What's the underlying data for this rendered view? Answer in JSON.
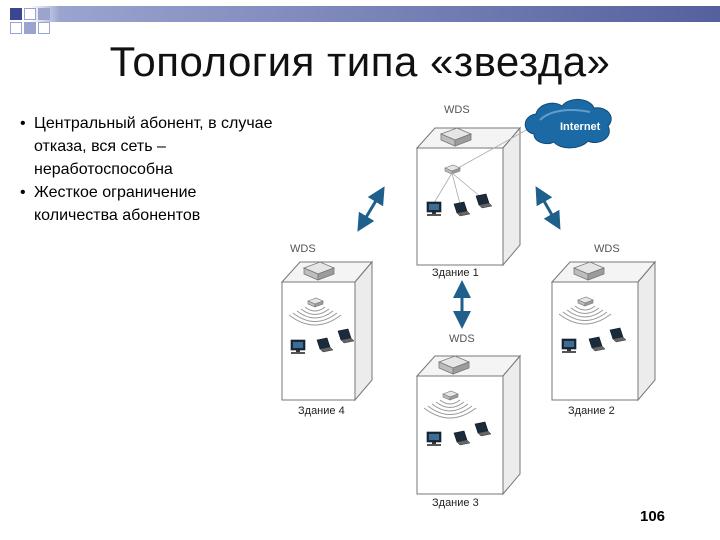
{
  "slide": {
    "title": "Топология типа «звезда»",
    "bullets": [
      "Центральный абонент, в случае отказа, вся сеть – неработоспособна",
      "Жесткое ограничение количества абонентов"
    ],
    "page_number": "106"
  },
  "diagram": {
    "device_label": "WDS",
    "cloud_label": "Internet",
    "buildings": [
      "Здание 1",
      "Здание 2",
      "Здание 3",
      "Здание 4"
    ]
  },
  "colors": {
    "deco_dark": "#3a4690",
    "deco_light": "#9aa4cf",
    "arrow": "#1f5f8c",
    "cloud": "#1b6aa6"
  }
}
